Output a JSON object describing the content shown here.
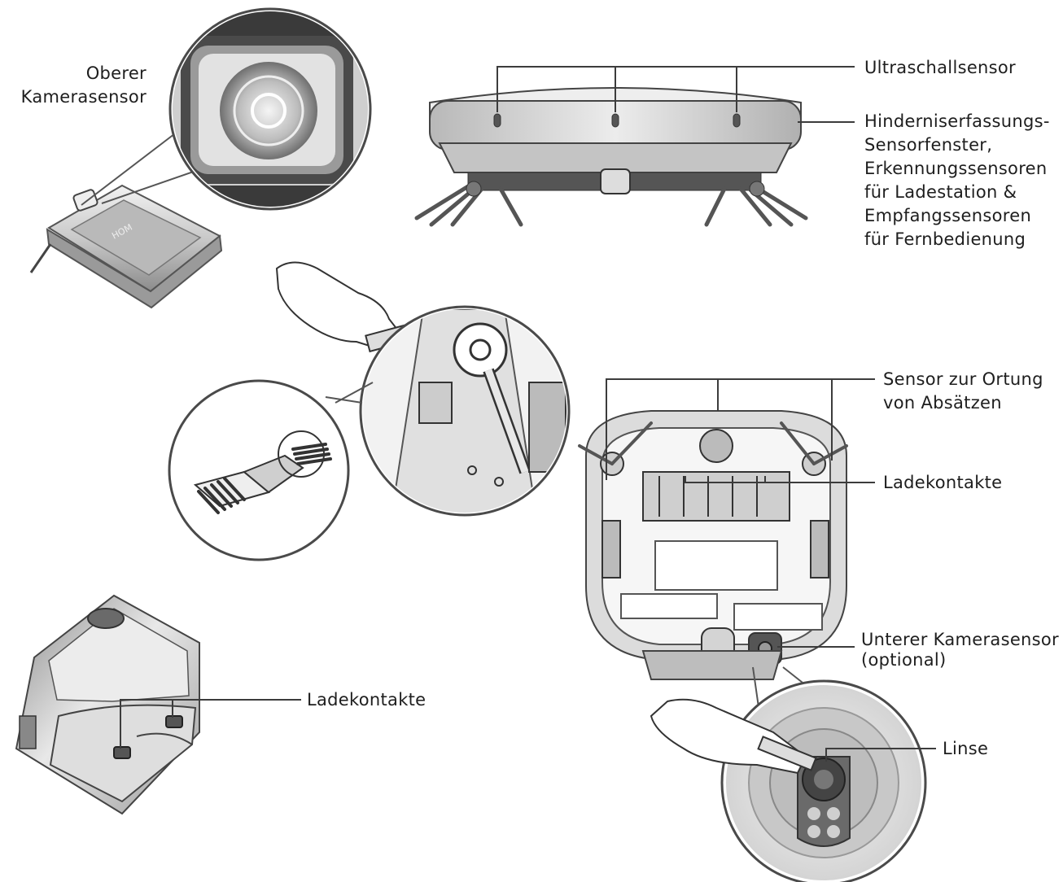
{
  "labels": {
    "top_camera": [
      "Oberer",
      "Kamerasensor"
    ],
    "ultrasonic": "Ultraschallsensor",
    "obstacle": [
      "Hinderniserfassungs-",
      "Sensorfenster,",
      "Erkennungssensoren",
      "für Ladestation &",
      "Empfangssensoren",
      "für Fernbedienung"
    ],
    "cliff": [
      "Sensor zur Ortung",
      "von Absätzen"
    ],
    "contacts_robot": "Ladekontakte",
    "contacts_station": "Ladekontakte",
    "bottom_camera": [
      "Unterer Kamerasensor",
      "(optional)"
    ],
    "lens": "Linse"
  },
  "colors": {
    "line": "#3c3c3c",
    "body_light": "#d9d9d9",
    "body_mid": "#a9a9a9",
    "body_dark": "#4a4a4a",
    "text": "#1e1e1e"
  }
}
